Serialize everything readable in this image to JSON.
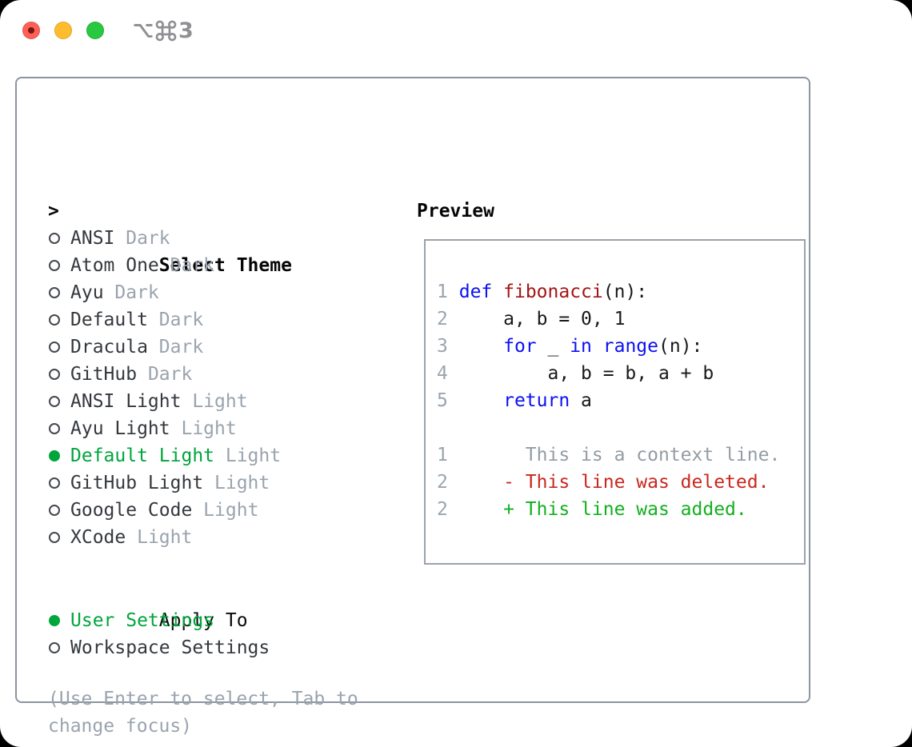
{
  "window": {
    "shortcut": "⌥⌘3",
    "traffic_lights": [
      {
        "name": "close",
        "color": "#ff5f57",
        "has_unsaved_dot": true
      },
      {
        "name": "minimize",
        "color": "#febc2e"
      },
      {
        "name": "zoom",
        "color": "#28c840"
      }
    ]
  },
  "theme_list": {
    "prompt": ">",
    "title": "Select Theme",
    "items": [
      {
        "name": "ANSI",
        "variant": "Dark",
        "selected": false
      },
      {
        "name": "Atom One",
        "variant": "Dark",
        "selected": false
      },
      {
        "name": "Ayu",
        "variant": "Dark",
        "selected": false
      },
      {
        "name": "Default",
        "variant": "Dark",
        "selected": false
      },
      {
        "name": "Dracula",
        "variant": "Dark",
        "selected": false
      },
      {
        "name": "GitHub",
        "variant": "Dark",
        "selected": false
      },
      {
        "name": "ANSI Light",
        "variant": "Light",
        "selected": false
      },
      {
        "name": "Ayu Light",
        "variant": "Light",
        "selected": false
      },
      {
        "name": "Default Light",
        "variant": "Light",
        "selected": true
      },
      {
        "name": "GitHub Light",
        "variant": "Light",
        "selected": false
      },
      {
        "name": "Google Code",
        "variant": "Light",
        "selected": false
      },
      {
        "name": "XCode",
        "variant": "Light",
        "selected": false
      }
    ]
  },
  "apply_to": {
    "title": "Apply To",
    "options": [
      {
        "label": "User Settings",
        "selected": true
      },
      {
        "label": "Workspace Settings",
        "selected": false
      }
    ]
  },
  "hint": {
    "line1": "(Use Enter to select, Tab to",
    "line2": "change focus)"
  },
  "preview": {
    "title": "Preview",
    "code_lines": [
      {
        "num": "1",
        "segments": [
          {
            "t": "def",
            "c": "kw"
          },
          {
            "t": " "
          },
          {
            "t": "fibonacci",
            "c": "fn"
          },
          {
            "t": "(n):"
          }
        ]
      },
      {
        "num": "2",
        "segments": [
          {
            "t": "    a, b = 0, 1"
          }
        ]
      },
      {
        "num": "3",
        "segments": [
          {
            "t": "    "
          },
          {
            "t": "for",
            "c": "kw"
          },
          {
            "t": " _ "
          },
          {
            "t": "in",
            "c": "kw"
          },
          {
            "t": " "
          },
          {
            "t": "range",
            "c": "kw"
          },
          {
            "t": "(n):"
          }
        ]
      },
      {
        "num": "4",
        "segments": [
          {
            "t": "        a, b = b, a + b"
          }
        ]
      },
      {
        "num": "5",
        "segments": [
          {
            "t": "    "
          },
          {
            "t": "return",
            "c": "kw"
          },
          {
            "t": " a"
          }
        ]
      }
    ],
    "diff_lines": [
      {
        "num": "1",
        "kind": "context",
        "text": "      This is a context line."
      },
      {
        "num": "2",
        "kind": "deleted",
        "text": "    - This line was deleted."
      },
      {
        "num": "2",
        "kind": "added",
        "text": "    + This line was added."
      }
    ]
  },
  "colors": {
    "selected_green": "#00a53c",
    "keyword_blue": "#0b11f0",
    "function_red": "#a31515",
    "diff_deleted_red": "#c9271d",
    "diff_added_green": "#12b01e",
    "muted_gray": "#9aa3ae",
    "panel_border": "#8b95a1",
    "preview_border": "#9aa2ac"
  }
}
